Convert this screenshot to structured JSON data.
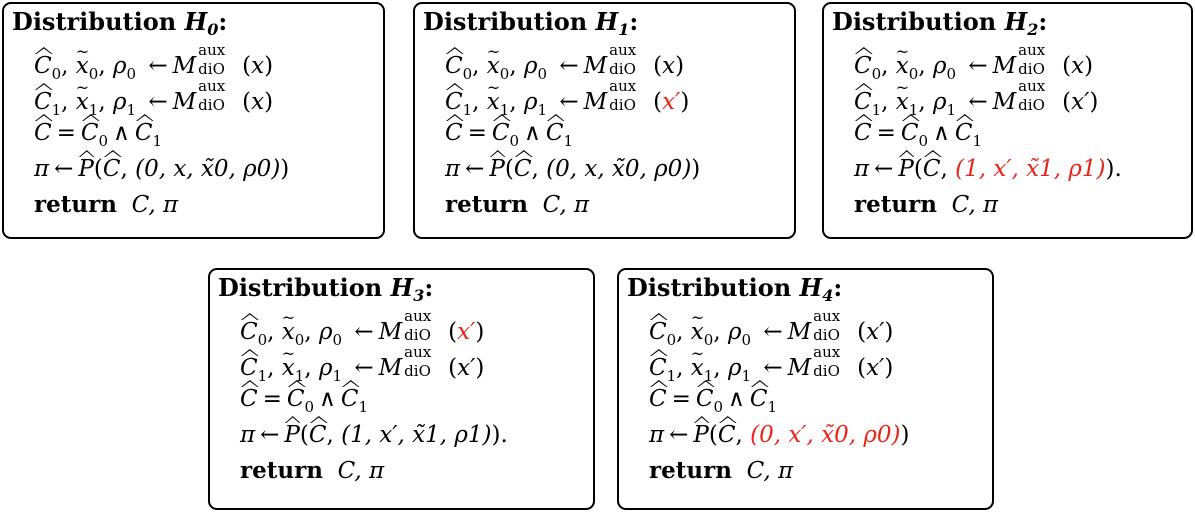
{
  "boxes": [
    {
      "id": "H0",
      "title": {
        "prefix": "Distribution",
        "letter": "H",
        "subscript": "0",
        "suffix": ":"
      },
      "lines": {
        "l1": {
          "arg": "x",
          "arg_color": "black"
        },
        "l2": {
          "arg": "x",
          "arg_color": "black"
        },
        "l4": {
          "tuple": "(0, x, x̃0, ρ0)",
          "tuple_color": "black",
          "trailing": ")"
        },
        "ret": {
          "keyword": "return",
          "vars": "C, π"
        }
      }
    },
    {
      "id": "H1",
      "title": {
        "prefix": "Distribution",
        "letter": "H",
        "subscript": "1",
        "suffix": ":"
      },
      "lines": {
        "l1": {
          "arg": "x",
          "arg_color": "black"
        },
        "l2": {
          "arg": "x′",
          "arg_color": "red"
        },
        "l4": {
          "tuple": "(0, x, x̃0, ρ0)",
          "tuple_color": "black",
          "trailing": ")"
        },
        "ret": {
          "keyword": "return",
          "vars": "C, π"
        }
      }
    },
    {
      "id": "H2",
      "title": {
        "prefix": "Distribution",
        "letter": "H",
        "subscript": "2",
        "suffix": ":"
      },
      "lines": {
        "l1": {
          "arg": "x",
          "arg_color": "black"
        },
        "l2": {
          "arg": "x′",
          "arg_color": "black"
        },
        "l4": {
          "tuple": "(1, x′, x̃1, ρ1)",
          "tuple_color": "red",
          "trailing": ")."
        },
        "ret": {
          "keyword": "return",
          "vars": "C, π"
        }
      }
    },
    {
      "id": "H3",
      "title": {
        "prefix": "Distribution",
        "letter": "H",
        "subscript": "3",
        "suffix": ":"
      },
      "lines": {
        "l1": {
          "arg": "x′",
          "arg_color": "red"
        },
        "l2": {
          "arg": "x′",
          "arg_color": "black"
        },
        "l4": {
          "tuple": "(1, x′, x̃1, ρ1)",
          "tuple_color": "black",
          "trailing": ")."
        },
        "ret": {
          "keyword": "return",
          "vars": "C, π"
        }
      }
    },
    {
      "id": "H4",
      "title": {
        "prefix": "Distribution",
        "letter": "H",
        "subscript": "4",
        "suffix": ":"
      },
      "lines": {
        "l1": {
          "arg": "x′",
          "arg_color": "black"
        },
        "l2": {
          "arg": "x′",
          "arg_color": "black"
        },
        "l4": {
          "tuple": "(0, x′, x̃0, ρ0)",
          "tuple_color": "red",
          "trailing": ")"
        },
        "ret": {
          "keyword": "return",
          "vars": "C, π"
        }
      }
    }
  ],
  "common": {
    "oracle": "M",
    "oracle_sup": "aux",
    "oracle_sub": "diO",
    "arrow": "←",
    "and": "∧",
    "eq": "=",
    "pi": "π",
    "prover": "P",
    "rho": "ρ",
    "circuit": "C",
    "x_tilde": "x",
    "sub0": "0",
    "sub1": "1"
  },
  "colors": {
    "highlight": "#e8241b",
    "text": "#000000",
    "border": "#000000"
  }
}
